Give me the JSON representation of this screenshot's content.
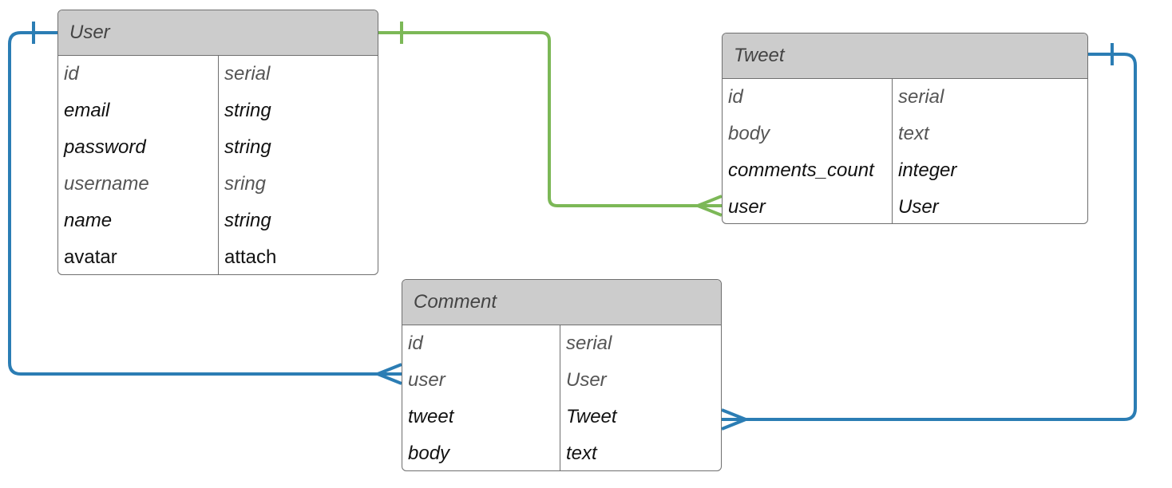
{
  "colors": {
    "user_tweet_link": "#7cb857",
    "user_comment_link": "#2b7db4",
    "tweet_comment_link": "#2b7db4",
    "header_bg": "#cccccc",
    "border": "#6f6f6f"
  },
  "tables": {
    "user": {
      "title": "User",
      "rows": [
        {
          "field": "id",
          "type": "serial"
        },
        {
          "field": "email",
          "type": "string"
        },
        {
          "field": "password",
          "type": "string"
        },
        {
          "field": "username",
          "type": "sring"
        },
        {
          "field": "name",
          "type": "string"
        },
        {
          "field": "avatar",
          "type": "attach"
        }
      ]
    },
    "tweet": {
      "title": "Tweet",
      "rows": [
        {
          "field": "id",
          "type": "serial"
        },
        {
          "field": "body",
          "type": "text"
        },
        {
          "field": "comments_count",
          "type": "integer"
        },
        {
          "field": "user",
          "type": "User"
        }
      ]
    },
    "comment": {
      "title": "Comment",
      "rows": [
        {
          "field": "id",
          "type": "serial"
        },
        {
          "field": "user",
          "type": "User"
        },
        {
          "field": "tweet",
          "type": "Tweet"
        },
        {
          "field": "body",
          "type": "text"
        }
      ]
    }
  },
  "relations": [
    {
      "from": "User",
      "to": "Tweet.user",
      "from_cardinality": "one",
      "to_cardinality": "many"
    },
    {
      "from": "User",
      "to": "Comment.user",
      "from_cardinality": "one",
      "to_cardinality": "many"
    },
    {
      "from": "Tweet",
      "to": "Comment.tweet",
      "from_cardinality": "one",
      "to_cardinality": "many"
    }
  ]
}
